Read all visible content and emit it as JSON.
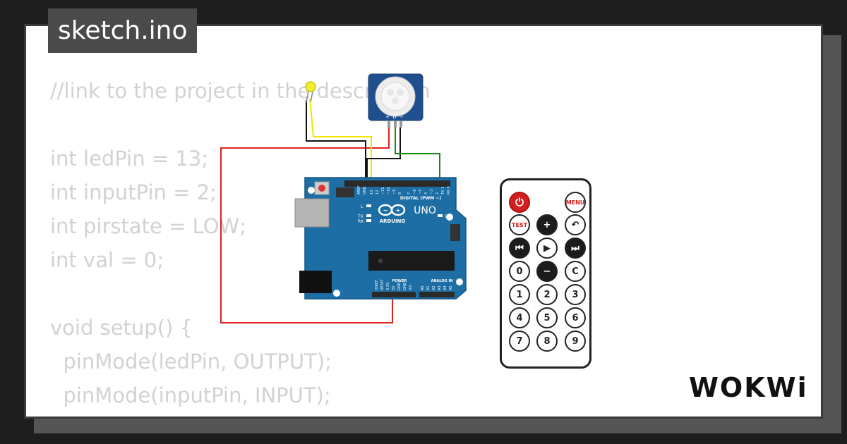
{
  "tab": {
    "title": "sketch.ino"
  },
  "code": {
    "lines": [
      "//link to the project in the description",
      "",
      "int ledPin = 13;",
      "int inputPin = 2;",
      "int pirstate = LOW;",
      "int val = 0;",
      "",
      "void setup() {",
      "  pinMode(ledPin, OUTPUT);",
      "  pinMode(inputPin, INPUT);"
    ]
  },
  "arduino": {
    "brand": "ARDUINO",
    "model": "UNO",
    "digital_label": "DIGITAL (PWM ~)",
    "power_label": "POWER",
    "analog_label": "ANALOG IN",
    "on_label": "ON",
    "tx_label": "TX",
    "rx_label": "RX",
    "l_label": "L",
    "aref_label": "AREF",
    "gnd_label": "GND",
    "digital_pins": [
      "13",
      "12",
      "~11",
      "~10",
      "~9",
      "8",
      "7",
      "~6",
      "~5",
      "4",
      "~3",
      "2",
      "TX 1",
      "RX 0"
    ],
    "power_pins": [
      "IOREF",
      "RESET",
      "3.3V",
      "5V",
      "GND",
      "GND",
      "Vin"
    ],
    "analog_pins": [
      "A0",
      "A1",
      "A2",
      "A3",
      "A4",
      "A5"
    ]
  },
  "pir": {
    "pins": [
      "+",
      "D",
      "−"
    ]
  },
  "remote": {
    "buttons": [
      {
        "label": "⏻",
        "style": "power",
        "icon": "power-icon"
      },
      {
        "label": "MENU",
        "style": "red",
        "icon": "menu-icon"
      },
      {
        "label": "TEST",
        "style": "red",
        "icon": "test-icon"
      },
      {
        "label": "+",
        "style": "dark",
        "icon": "plus-icon"
      },
      {
        "label": "↶",
        "style": "plain",
        "icon": "back-icon"
      },
      {
        "label": "⏮",
        "style": "dark",
        "icon": "previous-icon"
      },
      {
        "label": "▶",
        "style": "plain",
        "icon": "play-icon"
      },
      {
        "label": "⏭",
        "style": "dark",
        "icon": "next-icon"
      },
      {
        "label": "0",
        "style": "plain",
        "icon": "digit-0"
      },
      {
        "label": "−",
        "style": "dark",
        "icon": "minus-icon"
      },
      {
        "label": "C",
        "style": "plain",
        "icon": "clear-icon"
      },
      {
        "label": "1",
        "style": "plain",
        "icon": "digit-1"
      },
      {
        "label": "2",
        "style": "plain",
        "icon": "digit-2"
      },
      {
        "label": "3",
        "style": "plain",
        "icon": "digit-3"
      },
      {
        "label": "4",
        "style": "plain",
        "icon": "digit-4"
      },
      {
        "label": "5",
        "style": "plain",
        "icon": "digit-5"
      },
      {
        "label": "6",
        "style": "plain",
        "icon": "digit-6"
      },
      {
        "label": "7",
        "style": "plain",
        "icon": "digit-7"
      },
      {
        "label": "8",
        "style": "plain",
        "icon": "digit-8"
      },
      {
        "label": "9",
        "style": "plain",
        "icon": "digit-9"
      }
    ]
  },
  "logo": {
    "text": "WOKWi"
  },
  "colors": {
    "board": "#1c6ea4",
    "wire_red": "#e02020",
    "wire_yellow": "#f2e600",
    "wire_black": "#111111",
    "wire_green": "#17881c",
    "led": "#f2ec2f",
    "remote_red": "#d21f1f"
  }
}
